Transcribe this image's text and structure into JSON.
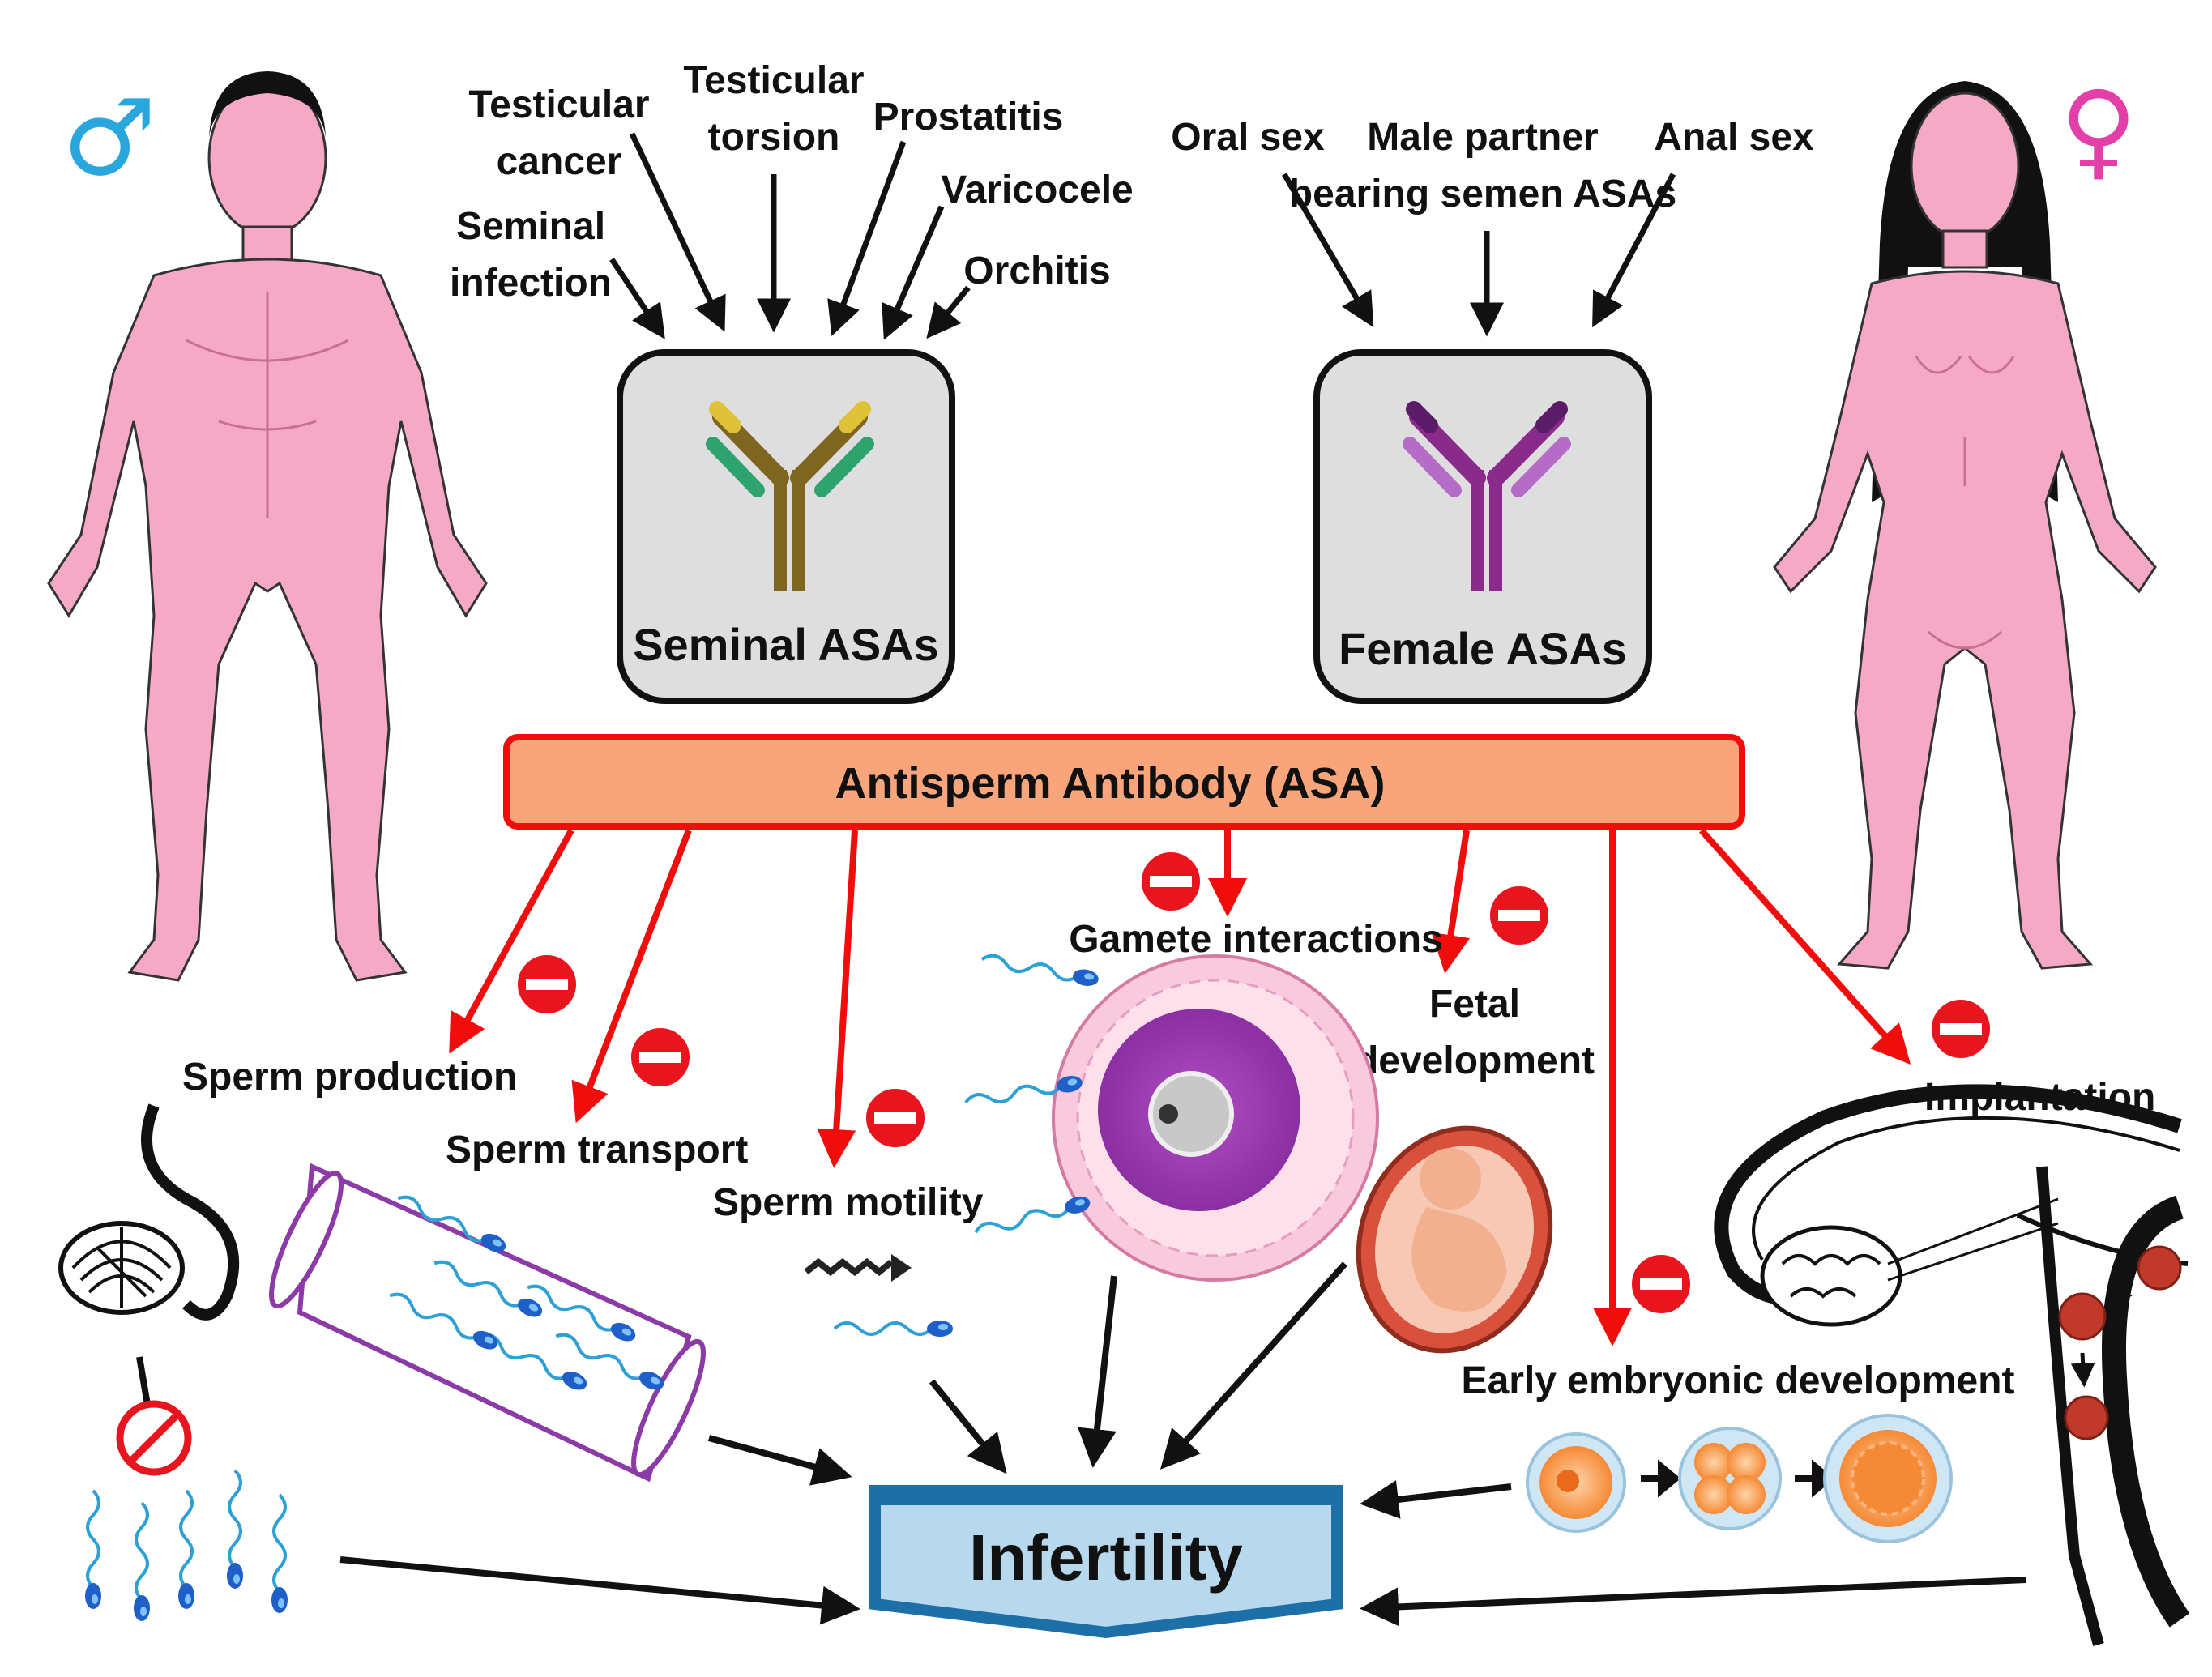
{
  "male_symbol": "♂",
  "female_symbol": "♀",
  "colors": {
    "male_symbol": "#29a6dc",
    "female_symbol": "#e23fa8",
    "body_skin": "#f6a9c6",
    "red_arrow": "#f20d0d",
    "asa_bar": "#f8a57c",
    "inhibit_sign": "#e8141e",
    "infertility_box": "#b8d8ee",
    "infertility_border": "#1d6fa8",
    "seminal_antibody": "#7e6520",
    "female_antibody": "#8a2a8a",
    "embryo": "#f58a36"
  },
  "icons": {
    "inhibit": "no-entry-icon",
    "blocked": "prohibited-icon"
  },
  "male_causes": {
    "seminal_infection": [
      "Seminal",
      "infection"
    ],
    "testicular_cancer": [
      "Testicular",
      "cancer"
    ],
    "testicular_torsion": [
      "Testicular",
      "torsion"
    ],
    "prostatitis": "Prostatitis",
    "varicocele": "Varicocele",
    "orchitis": "Orchitis"
  },
  "female_causes": {
    "oral_sex": "Oral sex",
    "male_partner": [
      "Male partner",
      "bearing semen ASAs"
    ],
    "anal_sex": "Anal sex"
  },
  "seminal_box": {
    "label": "Seminal ASAs"
  },
  "female_box": {
    "label": "Female ASAs"
  },
  "asa_bar": {
    "label": "Antisperm Antibody (ASA)"
  },
  "effects": {
    "sperm_production": "Sperm production",
    "sperm_transport": "Sperm transport",
    "sperm_motility": "Sperm motility",
    "gamete_interactions": "Gamete interactions",
    "fetal_development": [
      "Fetal",
      "development"
    ],
    "early_embryonic_development": "Early embryonic development",
    "implantation": "Implantation"
  },
  "outcome": {
    "label": "Infertility"
  }
}
